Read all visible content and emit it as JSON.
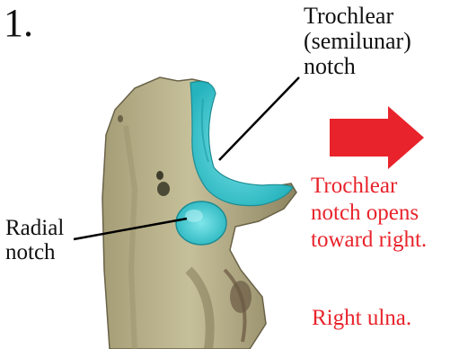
{
  "figure_number": "1.",
  "labels": {
    "trochlear_notch": [
      "Trochlear",
      "(semilunar)",
      "notch"
    ],
    "radial_notch": [
      "Radial",
      "notch"
    ]
  },
  "annotation": {
    "orientation_note": [
      "Trochlear",
      "notch opens",
      "toward right."
    ],
    "side_note": "Right ulna."
  },
  "icons": {
    "direction_arrow": "arrow-right-icon"
  },
  "colors": {
    "annotation_red": "#e8232b",
    "cartilage_cyan": "#3fd0d6",
    "bone_tan": "#bfb88f",
    "leader_line": "#000000"
  }
}
